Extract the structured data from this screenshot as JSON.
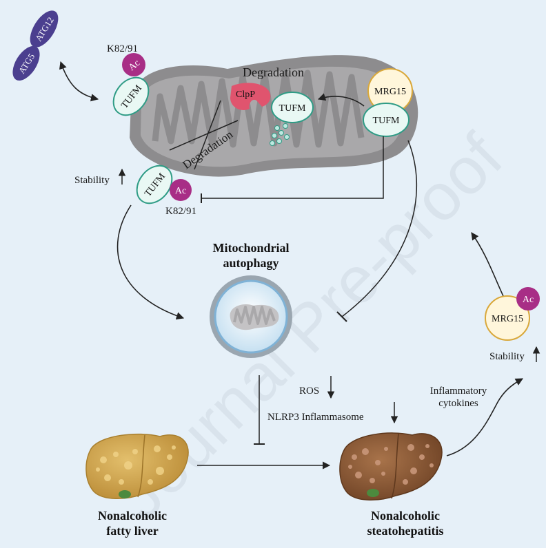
{
  "watermark": "Journal Pre-proof",
  "labels": {
    "atg5": "ATG5",
    "atg12": "ATG12",
    "k_top": "K82/91",
    "k_bottom": "K82/91",
    "ac1": "Ac",
    "ac2": "Ac",
    "ac3": "Ac",
    "tufm1": "TUFM",
    "tufm2": "TUFM",
    "tufm3": "TUFM",
    "tufm4": "TUFM",
    "degradation_top": "Degradation",
    "degradation_crossed": "Degradation",
    "clpp": "ClpP",
    "mrg15_top": "MRG15",
    "mrg15_right": "MRG15",
    "stability_left": "Stability",
    "stability_right": "Stability",
    "mito_autophagy_1": "Mitochondrial",
    "mito_autophagy_2": "autophagy",
    "ros": "ROS",
    "nlrp3": "NLRP3 Inflammasome",
    "inflam_1": "Inflammatory",
    "inflam_2": "cytokines",
    "nafl_1": "Nonalcoholic",
    "nafl_2": "fatty liver",
    "nash_1": "Nonalcoholic",
    "nash_2": "steatohepatitis"
  },
  "colors": {
    "background": "#e6f0f8",
    "atg": "#4b3f8f",
    "ac": "#a82e86",
    "tufm_fill": "#e9f8f4",
    "tufm_stroke": "#2f9c86",
    "mrg15_fill": "#fff6db",
    "mrg15_stroke": "#d9a83a",
    "clpp": "#e0546e",
    "mito_outer": "#8d8c8e",
    "mito_inner": "#a9a8aa",
    "fatty_liver": "#c9a04c",
    "nash_liver": "#8b5a35"
  }
}
